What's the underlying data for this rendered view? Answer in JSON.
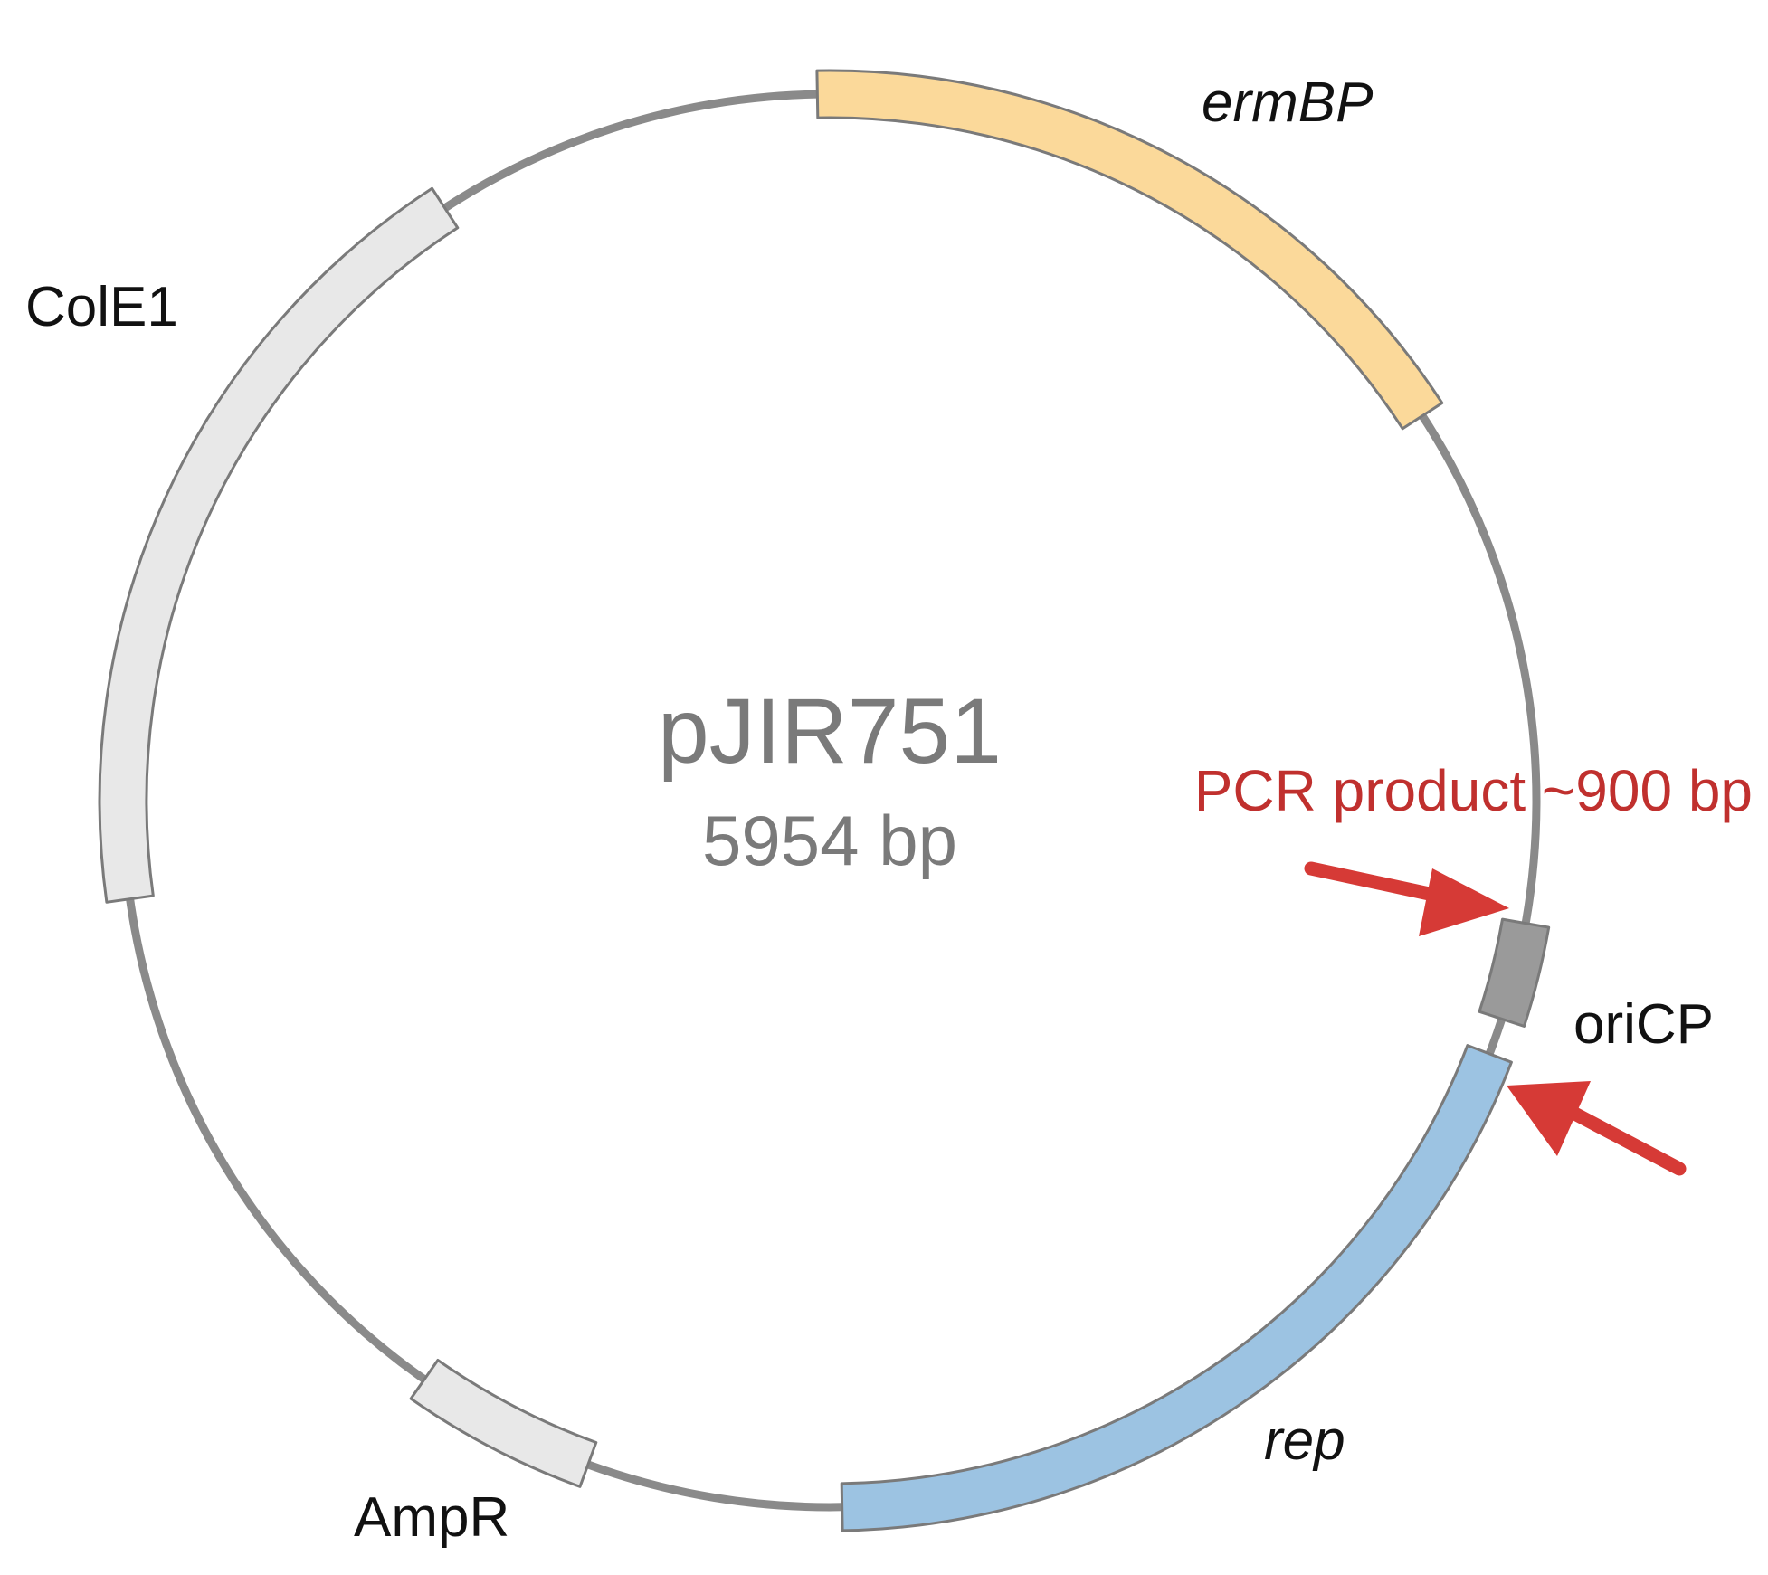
{
  "plasmid": {
    "name": "pJIR751",
    "size": "5954 bp"
  },
  "features": [
    {
      "id": "ermBP",
      "label": "ermBP",
      "italic": true,
      "fill": "#fbd99a"
    },
    {
      "id": "oriCP",
      "label": "oriCP",
      "italic": false,
      "fill": "#9a9a9a"
    },
    {
      "id": "rep",
      "label": "rep",
      "italic": true,
      "fill": "#9cc3e2"
    },
    {
      "id": "AmpR",
      "label": "AmpR",
      "italic": false,
      "fill": "#e8e8e8"
    },
    {
      "id": "ColE1",
      "label": "ColE1",
      "italic": false,
      "fill": "#e8e8e8"
    }
  ],
  "annotation": {
    "text": "PCR product ~900 bp",
    "color": "#c0302e"
  },
  "colors": {
    "backbone": "#8a8a8a",
    "outline": "#7a7a7a",
    "center_text": "#7a7a7a",
    "arrow": "#d63a36"
  }
}
